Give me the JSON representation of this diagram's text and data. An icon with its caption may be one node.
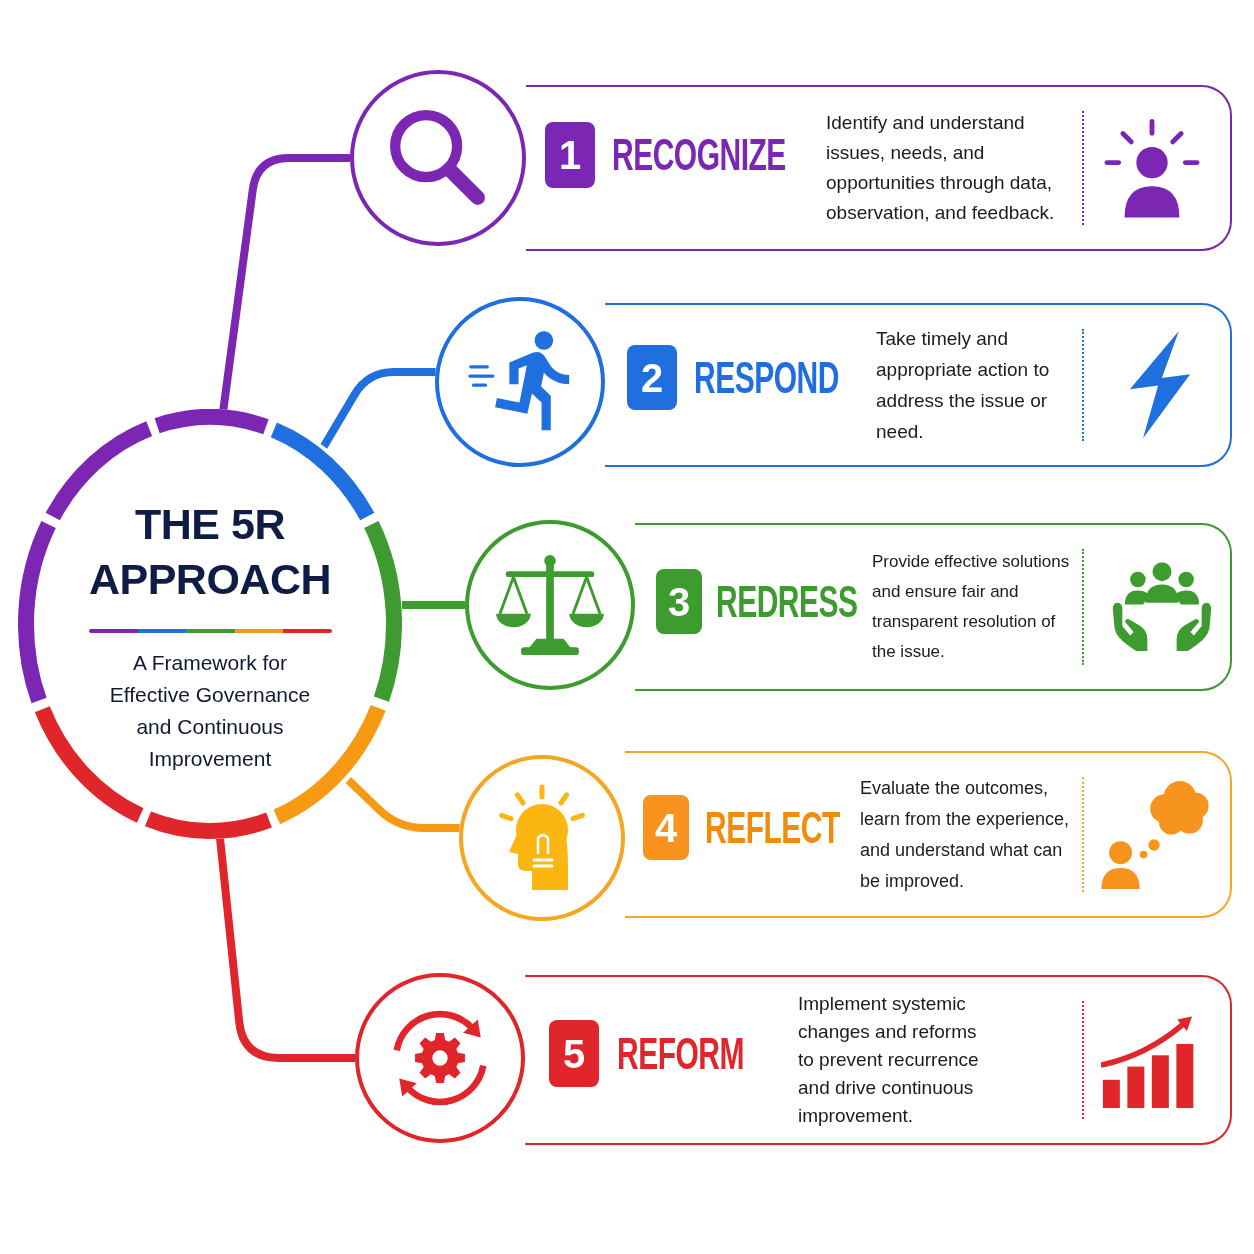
{
  "diagram": {
    "nodes": [
      {
        "text": [
          "THE 5R APPROACH",
          "A Framework for Effective Governance and Continuous Improvement"
        ]
      },
      {
        "text": [],
        "shape": "circle"
      },
      {
        "text": [
          "RECOGNIZE",
          "Identify and understand issues, needs, and opportunities through data, observation, and feedback."
        ]
      },
      {
        "text": [
          "1"
        ],
        "in": 2
      },
      {
        "text": [],
        "shape": "circle"
      },
      {
        "text": [
          "RESPOND",
          "Take timely and appropriate action to address the issue or need."
        ]
      },
      {
        "text": [
          "2"
        ],
        "in": 5
      },
      {
        "text": [],
        "shape": "circle"
      },
      {
        "text": [
          "REDRESS",
          "Provide effective solutions and ensure fair and transparent resolution of the issue."
        ]
      },
      {
        "text": [
          "3"
        ],
        "in": 8
      },
      {
        "text": [],
        "shape": "circle"
      },
      {
        "text": [
          "REFLECT",
          "Evaluate the outcomes, learn from the experience, and understand what can be improved."
        ]
      },
      {
        "text": [
          "4"
        ],
        "in": 11
      },
      {
        "text": [],
        "shape": "circle"
      },
      {
        "text": [
          "REFORM",
          "Implement systemic changes and reforms to prevent recurrence and drive continuous improvement."
        ]
      },
      {
        "text": [
          "5"
        ],
        "in": 14
      }
    ],
    "edges": [
      {
        "from": 0,
        "to": 1,
        "arrow": "none",
        "color": "#7b27b3"
      },
      {
        "from": 0,
        "to": 4,
        "arrow": "none",
        "color": "#1f6fde"
      },
      {
        "from": 0,
        "to": 7,
        "arrow": "none",
        "color": "#3d9b2f"
      },
      {
        "from": 0,
        "to": 10,
        "arrow": "none",
        "color": "#f59a12"
      },
      {
        "from": 0,
        "to": 13,
        "arrow": "none",
        "color": "#e0262b"
      }
    ]
  }
}
